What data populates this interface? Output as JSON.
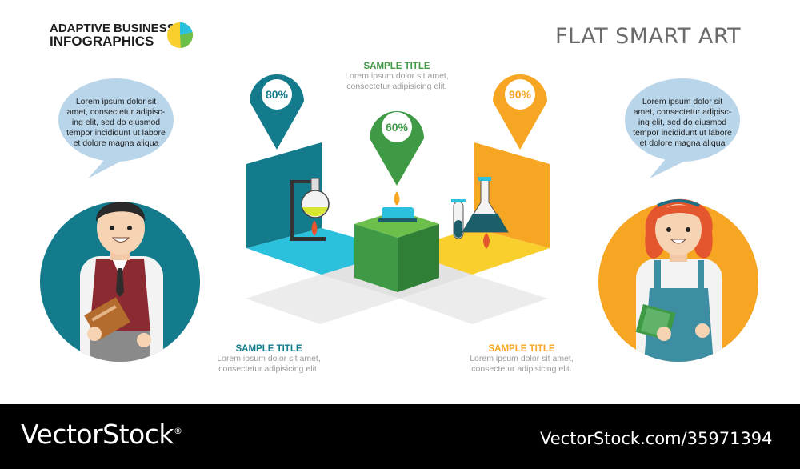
{
  "header": {
    "logo_line1": "ADAPTIVE BUSINESS",
    "logo_line2": "INFOGRAPHICS",
    "title": "FLAT SMART ART"
  },
  "pins": [
    {
      "label": "80%",
      "value": 80,
      "color": "#137b8c"
    },
    {
      "label": "60%",
      "value": 60,
      "color": "#3f9a45"
    },
    {
      "label": "90%",
      "value": 90,
      "color": "#f6a623"
    }
  ],
  "sections": {
    "top": {
      "title": "SAMPLE TITLE",
      "line1": "Lorem ipsum dolor sit amet,",
      "line2": "consectetur adipisicing elit.",
      "color": "#3f9a45"
    },
    "left": {
      "title": "SAMPLE TITLE",
      "line1": "Lorem ipsum dolor sit amet,",
      "line2": "consectetur adipisicing elit.",
      "color": "#137b8c"
    },
    "right": {
      "title": "SAMPLE TITLE",
      "line1": "Lorem ipsum dolor sit amet,",
      "line2": "consectetur adipisicing elit.",
      "color": "#f6a623"
    }
  },
  "bubbles": {
    "left": [
      "Lorem ipsum dolor sit",
      "amet, consectetur adipisc-",
      "ing elit, sed do eiusmod",
      "tempor incididunt ut labore",
      "et dolore magna aliqua"
    ],
    "right": [
      "Lorem ipsum dolor sit",
      "amet, consectetur adipisc-",
      "ing elit, sed do eiusmod",
      "tempor incididunt ut labore",
      "et dolore magna aliqua"
    ]
  },
  "footer": {
    "brand": "VectorStock",
    "registered": "®",
    "id": "VectorStock.com/35971394"
  },
  "colors": {
    "teal": "#137b8c",
    "cyan": "#2bc0dc",
    "green": "#3f9a45",
    "orange": "#f6a623",
    "yellow": "#f9cf2e",
    "bubble": "#b9d5ea"
  }
}
